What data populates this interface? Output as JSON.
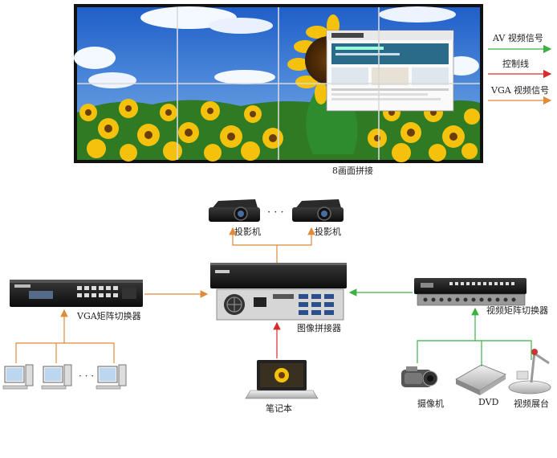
{
  "legend": {
    "items": [
      {
        "label": "AV  视频信号",
        "color": "#3cb043"
      },
      {
        "label": "控制线",
        "color": "#d92b2b"
      },
      {
        "label": "VGA 视频信号",
        "color": "#e08a3a"
      }
    ]
  },
  "video_wall": {
    "caption": "8画面拼接",
    "rows": 2,
    "cols": 4,
    "colors": {
      "sky_top": "#1f5fc8",
      "sky_bottom": "#7db3ec",
      "petal": "#f4c20d",
      "leaf": "#2e8b2e"
    }
  },
  "projectors": {
    "label_left": "投影机",
    "label_right": "投影机",
    "separator": "· · ·"
  },
  "devices": {
    "vga_matrix": "VGA矩阵切换器",
    "splicer": "图像拼接器",
    "video_matrix": "视频矩阵切换器",
    "laptop": "笔记本",
    "camera": "摄像机",
    "dvd": "DVD",
    "visualizer": "视频展台",
    "pc_dots": "· · ·"
  }
}
